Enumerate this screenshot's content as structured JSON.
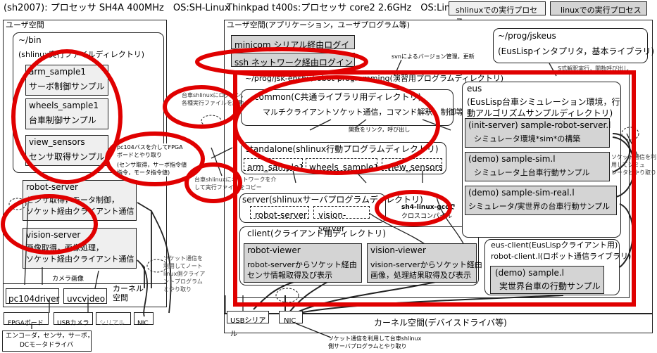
{
  "header": {
    "sh_title": "(sh2007): プロセッサ SH4A 400MHz　OS:SH-Linux",
    "tp_title": "Thinkpad t400s:プロセッサ core2 2.6GHz　OS:Linux",
    "legend_shlinux": "shlinuxでの実行プロセス",
    "legend_linux": "linuxでの実行プロセス"
  },
  "sh": {
    "user_space": "ユーザ空間",
    "bin_title": "~/bin",
    "bin_subtitle": "(shlinux実行ファイルディレクトリ)",
    "arm_sample_name": "arm_sample1",
    "arm_sample_desc": "サーボ制御サンプル",
    "wheels_sample_name": "wheels_sample1",
    "wheels_sample_desc": "台車制御サンプル",
    "view_sensors_name": "view_sensors",
    "view_sensors_desc": "センサ取得サンプル",
    "robot_server_name": "robot-server",
    "robot_server_desc1": "センサ取得，モータ制御，",
    "robot_server_desc2": "ソケット経由クライアント通信",
    "vision_server_name": "vision-server",
    "vision_server_desc1": "画像取得，画像処理，",
    "vision_server_desc2": "ソケット経由クライアント通信",
    "camera_image": "カメラ画像",
    "kernel_space": "カーネル\n空間",
    "pc104driver": "pc104driver",
    "uvcvideo": "uvcvideo",
    "fpga_board": "FPGAボード",
    "usb_camera": "USBカメラ",
    "serial": "シリアル",
    "nic": "NIC",
    "hw_note1": "エンコーダ，センサ，サーボ，",
    "hw_note2": "DCモータドライバ",
    "note_pc104_1": "pc104バスを介してFPGA",
    "note_pc104_2": "ボードとやり取り",
    "note_pc104_3": "(センサ取得，サーボ指令値",
    "note_pc104_4": "指令，モータ指令値)",
    "note_socket_1": "ソケット通信を",
    "note_socket_2": "利用してノート",
    "note_socket_3": "linux側クライア",
    "note_socket_4": "ントプログラム",
    "note_socket_5": "とやり取り"
  },
  "tp": {
    "user_space": "ユーザ空間(アプリケーション，ユーザプログラム等)",
    "minicom": "minicom  シリアル経由ログイン",
    "ssh": "ssh  ネットワーク経由ログイン",
    "jskeus_title": "~/prog/jskeus",
    "jskeus_desc": "(EusLispインタプリタ，基本ライブラリ)",
    "svn_note": "svnによるバージョン管理，更新",
    "s_note": "S式解釈実行，関数呼び出し",
    "prog_title": "~/prog/jsk-enshu/robot-programming(演習用プログラムディレクトリ)",
    "common_title": "common(C共通ライブラリ用ディレクトリ)",
    "common_desc": "マルチクライアントソケット通信，コマンド解釈，制御等",
    "link_note": "関数をリンク，呼び出し",
    "standalone_title": "standalone(shlinux行動プログラムディレクトリ)",
    "sa_arm": "arm_sample1",
    "sa_wheels": "wheels_sample1",
    "sa_view": "view_sensors",
    "server_title": "server(shlinuxサーバプログラムディレクトリ)",
    "srv_robot": "robot-server",
    "srv_vision": "vision-server",
    "compile_note1": "sh4-linux-gccで",
    "compile_note2": "クロスコンパイル",
    "client_title": "client(クライアント用ディレクトリ)",
    "robot_viewer_name": "robot-viewer",
    "robot_viewer_desc1": "robot-serverからソケット経由",
    "robot_viewer_desc2": "センサ情報取得及び表示",
    "vision_viewer_name": "vision-viewer",
    "vision_viewer_desc1": "vision-serverからソケット経由",
    "vision_viewer_desc2": "画像，処理結果取得及び表示",
    "eus_title": "eus",
    "eus_desc1": "(EusLisp台車シミュレーション環境，行",
    "eus_desc2": "動アルゴリズムサンプルディレクトリ)",
    "init_server_name": "(init-server)  sample-robot-server.l",
    "init_server_desc": "シミュレータ環境*sim*の構築",
    "demo_sim_name": "(demo)  sample-sim.l",
    "demo_sim_desc": "シミュレータ上台車行動サンプル",
    "demo_real_name": "(demo)  sample-sim-real.l",
    "demo_real_desc": "シミュレータ/実世界の台車行動サンプル",
    "socket_right_note1": "ソケット通信を利",
    "socket_right_note2": "用してシミュ",
    "socket_right_note3": "レータとやり取り",
    "eus_client_title": "eus-client(EusLispクライアント用)",
    "eus_client_lib": "robot-client.l(ロボット通信ライブラリ)",
    "demo_sample_name": "(demo)  sample.l",
    "demo_sample_desc": "実世界台車の行動サンプル",
    "kernel_space": "カーネル空間(デバイスドライバ等)",
    "usb_serial": "USBシリアル",
    "nic": "NIC",
    "bottom_note1": "ソケット通信を利用して台車shlinux",
    "bottom_note2": "側サーバプログラムとやり取り"
  },
  "middle": {
    "note_shell_1": "台車shlinuxにログイン，",
    "note_shell_2": "各種実行ファイルを起動",
    "note_copy_1": "台車shlinuxにネットワークを介",
    "note_copy_2": "して実行ファイルをコピー"
  },
  "colors": {
    "highlight_red": "#e00000",
    "box_gray": "#d4d4d4",
    "line": "#222222"
  }
}
